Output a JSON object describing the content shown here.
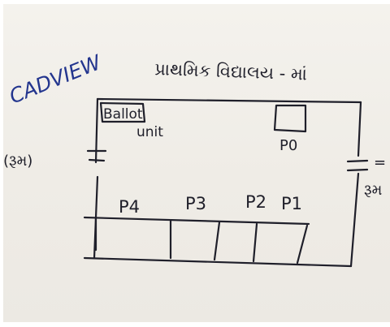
{
  "title": "CADVIEW",
  "heading": "પ્રાથમિક વિદ્યાલય - માં",
  "left_label": "(રૂમ)",
  "right_label": "= ન",
  "right_label_bottom": "રૂમ",
  "ballot_unit": {
    "line1": "Ballot",
    "line2": "unit"
  },
  "booths": {
    "p0": "P0",
    "p1": "P1",
    "p2": "P2",
    "p3": "P3",
    "p4": "P4"
  },
  "colors": {
    "ink": "#1f1f2a",
    "blue_ink": "#23358e",
    "paper": "#efece6"
  }
}
